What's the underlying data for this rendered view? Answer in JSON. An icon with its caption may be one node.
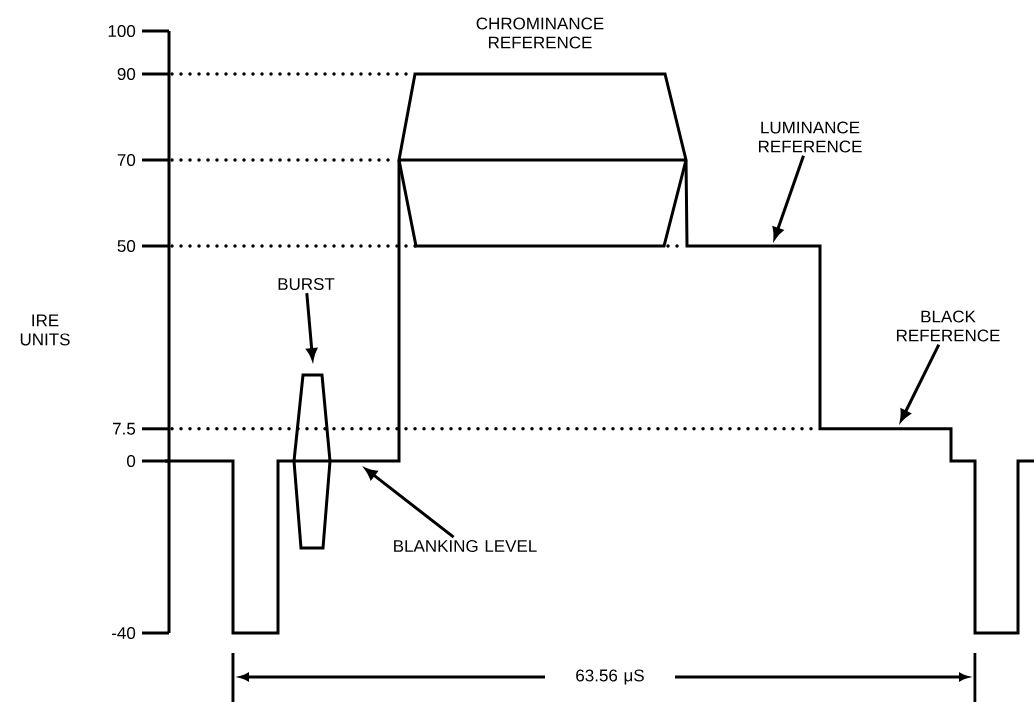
{
  "diagram": {
    "nodes": [
      {
        "text": [
          "BURST"
        ]
      },
      {
        "text": [
          "BLANKING LEVEL"
        ]
      },
      {
        "text": [
          "LUMINANCE REFERENCE"
        ]
      },
      {
        "text": [
          "BLACK REFERENCE"
        ]
      }
    ],
    "edges": [
      {
        "from": 0,
        "to": null,
        "arrow": "to"
      },
      {
        "from": 1,
        "to": null,
        "arrow": "to"
      },
      {
        "from": 2,
        "to": null,
        "arrow": "to"
      },
      {
        "from": 3,
        "to": null,
        "arrow": "to"
      }
    ],
    "labels": [
      "100",
      "90",
      "70",
      "50",
      "IRE UNITS",
      "7.5",
      "0",
      "-40",
      "CHROMINANCE REFERENCE",
      "63.56 μS"
    ]
  }
}
